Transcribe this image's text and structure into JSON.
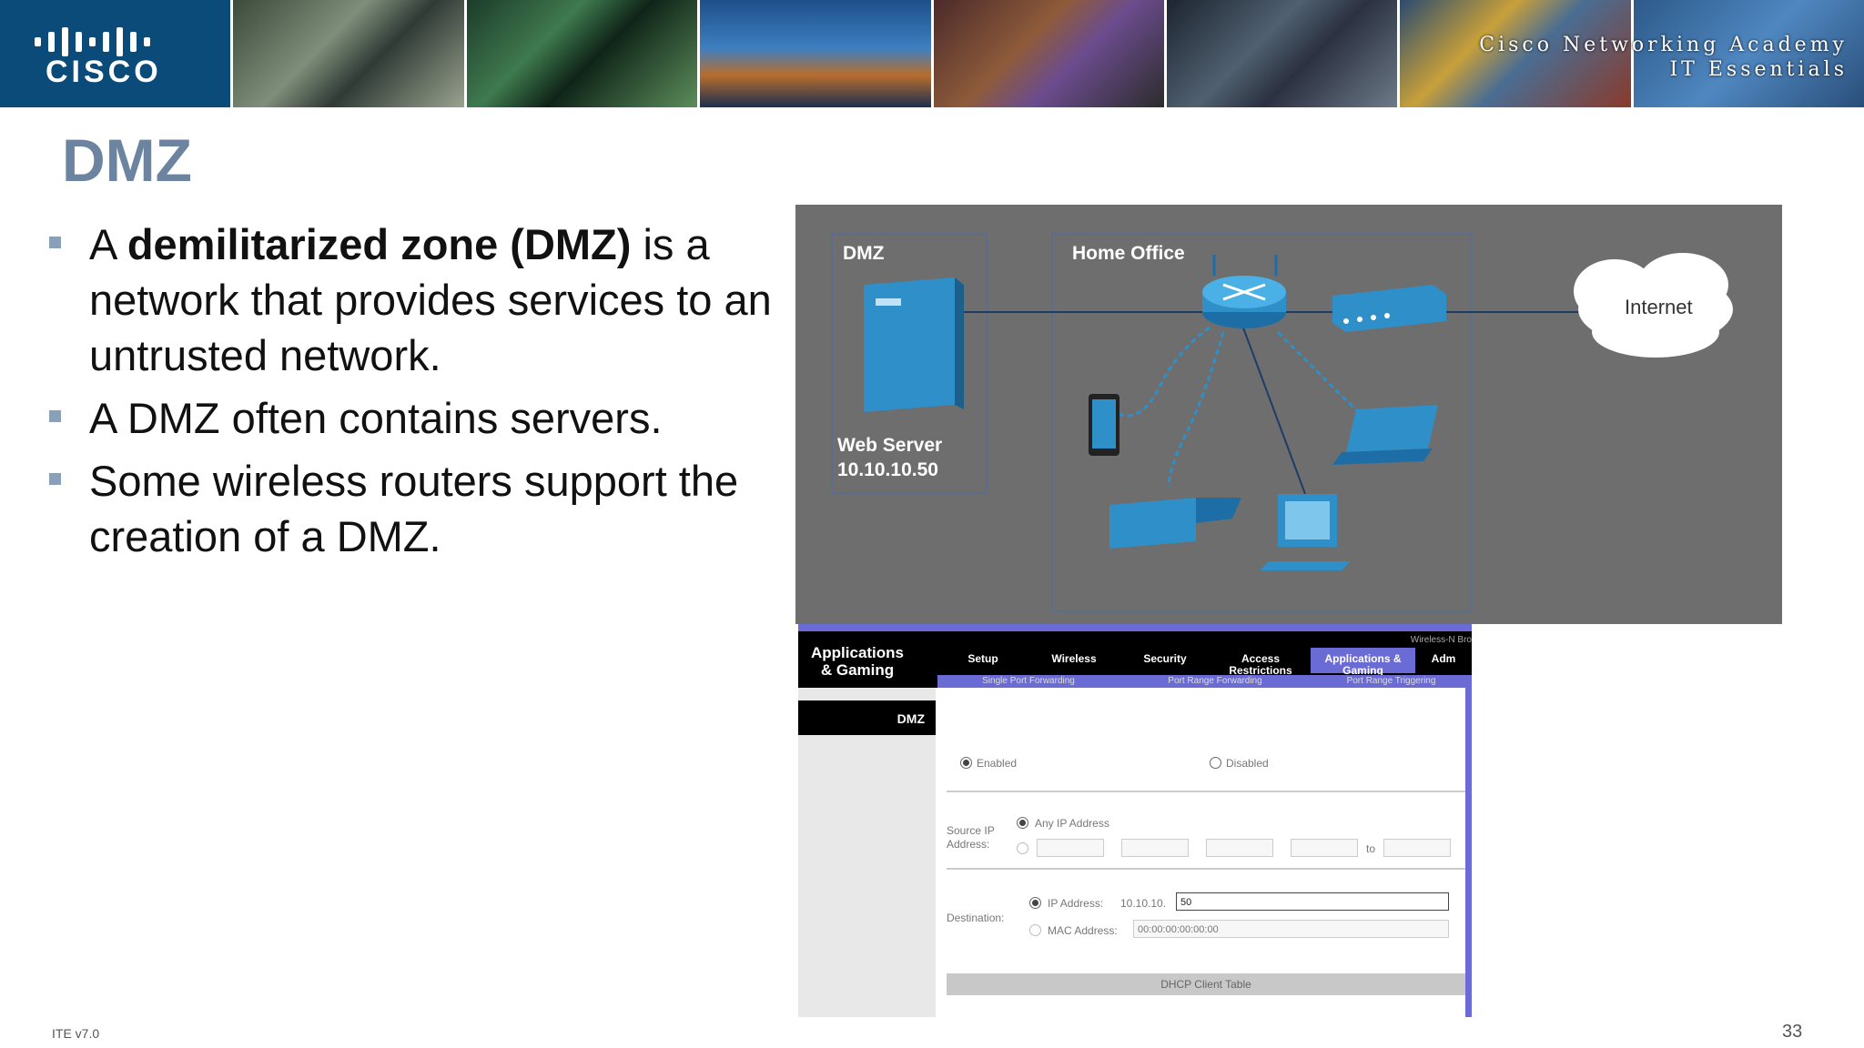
{
  "banner": {
    "logo_text": "CISCO",
    "academy_line1": "Cisco Networking Academy",
    "academy_line2": "IT Essentials"
  },
  "slide": {
    "title": "DMZ",
    "bullet1": {
      "pre": "A ",
      "bold": "demilitarized zone (DMZ)",
      "post": " is a network that provides services to an untrusted network."
    },
    "bullet2": "A DMZ often contains servers.",
    "bullet3": "Some wireless routers support the creation of a DMZ.",
    "footer": "ITE v7.0",
    "page_number": "33"
  },
  "diagram": {
    "dmz_label": "DMZ",
    "home_office_label": "Home Office",
    "web_server_line1": "Web Server",
    "web_server_line2": "10.10.10.50",
    "internet_label": "Internet"
  },
  "router_ui": {
    "section_line1": "Applications",
    "section_line2": "& Gaming",
    "brand": "Wireless-N Bro",
    "tabs": [
      "Setup",
      "Wireless",
      "Security",
      "Access Restrictions",
      "Applications & Gaming",
      "Adm"
    ],
    "subtabs": [
      "Single Port Forwarding",
      "Port Range Forwarding",
      "Port Range Triggering"
    ],
    "left_heading": "DMZ",
    "enabled_label": "Enabled",
    "disabled_label": "Disabled",
    "source_label": "Source IP Address:",
    "any_ip_label": "Any IP Address",
    "to_label": "to",
    "destination_label": "Destination:",
    "ip_label": "IP Address:",
    "ip_prefix": "10.10.10.",
    "ip_value": "50",
    "mac_label": "MAC Address:",
    "mac_value": "00:00:00:00:00:00",
    "dhcp_button": "DHCP Client Table"
  }
}
